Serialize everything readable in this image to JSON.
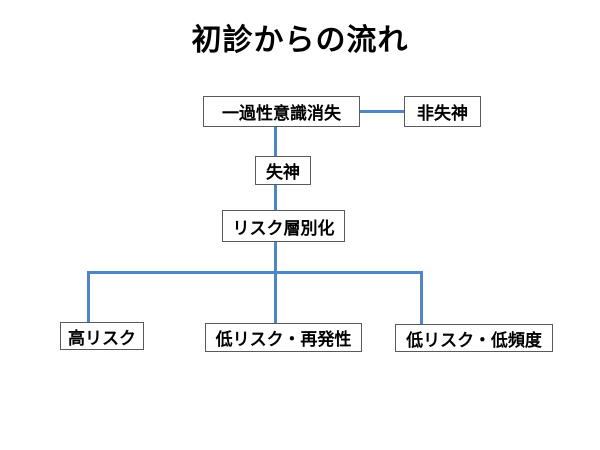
{
  "title": "初診からの流れ",
  "nodes": {
    "transient_loc": {
      "label": "一過性意識消失"
    },
    "non_syncope": {
      "label": "非失神"
    },
    "syncope": {
      "label": "失神"
    },
    "risk_stratification": {
      "label": "リスク層別化"
    },
    "high_risk": {
      "label": "高リスク"
    },
    "low_risk_recurrent": {
      "label": "低リスク・再発性"
    },
    "low_risk_infrequent": {
      "label": "低リスク・低頻度"
    }
  },
  "edges": [
    {
      "from": "transient_loc",
      "to": "non_syncope",
      "orientation": "horizontal"
    },
    {
      "from": "transient_loc",
      "to": "syncope",
      "orientation": "vertical"
    },
    {
      "from": "syncope",
      "to": "risk_stratification",
      "orientation": "vertical"
    },
    {
      "from": "risk_stratification",
      "to": "high_risk",
      "orientation": "branch"
    },
    {
      "from": "risk_stratification",
      "to": "low_risk_recurrent",
      "orientation": "branch"
    },
    {
      "from": "risk_stratification",
      "to": "low_risk_infrequent",
      "orientation": "branch"
    }
  ],
  "colors": {
    "connector": "#4F86C6",
    "box_border": "#5A5A5A",
    "text": "#000000",
    "background": "#FFFFFF"
  }
}
